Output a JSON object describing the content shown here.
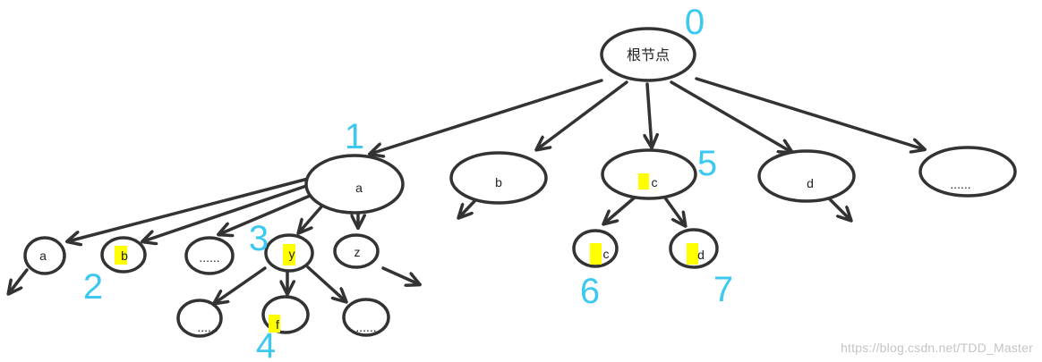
{
  "diagram": {
    "root": {
      "label": "根节点",
      "order": "0"
    },
    "level1": {
      "a": {
        "label": "a",
        "order": "1"
      },
      "b": {
        "label": "b"
      },
      "c": {
        "label": "c",
        "order": "5"
      },
      "d": {
        "label": "d"
      },
      "more": {
        "label": "......"
      }
    },
    "level2": {
      "a_a": {
        "label": "a"
      },
      "a_b": {
        "label": "b",
        "order": "2"
      },
      "a_more": {
        "label": "......"
      },
      "a_y": {
        "label": "y",
        "order": "3"
      },
      "a_z": {
        "label": "z"
      },
      "c_c": {
        "label": "c",
        "order": "6"
      },
      "c_d": {
        "label": "d",
        "order": "7"
      }
    },
    "level3": {
      "y_more1": {
        "label": "......"
      },
      "y_f": {
        "label": "f",
        "order": "4"
      },
      "y_more2": {
        "label": "......"
      }
    }
  },
  "colors": {
    "stroke": "#333333",
    "highlight": "#ffff00",
    "order_number": "#3cc8f0"
  },
  "watermark": "https://blog.csdn.net/TDD_Master"
}
